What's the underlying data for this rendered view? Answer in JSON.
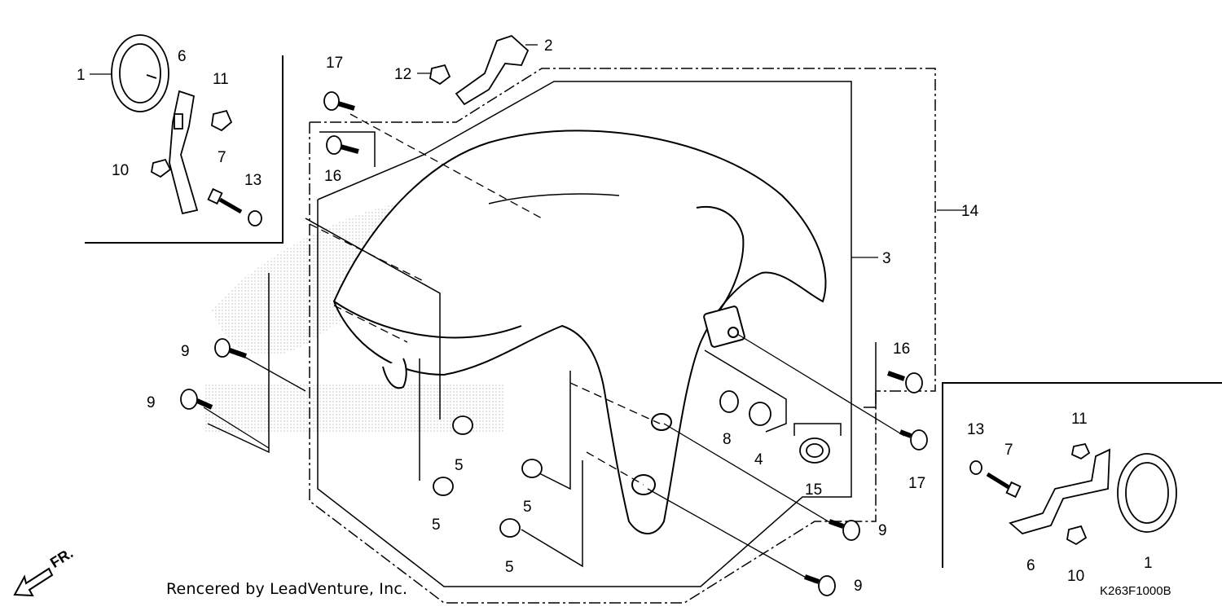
{
  "diagram": {
    "credit": "Rencered by LeadVenture, Inc.",
    "diagram_code": "K263F1000B",
    "direction_label": "FR.",
    "callouts": [
      {
        "id": "c1a",
        "text": "1"
      },
      {
        "id": "c6a",
        "text": "6"
      },
      {
        "id": "c11a",
        "text": "11"
      },
      {
        "id": "c10a",
        "text": "10"
      },
      {
        "id": "c7a",
        "text": "7"
      },
      {
        "id": "c13a",
        "text": "13"
      },
      {
        "id": "c17a",
        "text": "17"
      },
      {
        "id": "c12",
        "text": "12"
      },
      {
        "id": "c2",
        "text": "2"
      },
      {
        "id": "c16a",
        "text": "16"
      },
      {
        "id": "c14",
        "text": "14"
      },
      {
        "id": "c3",
        "text": "3"
      },
      {
        "id": "c9a",
        "text": "9"
      },
      {
        "id": "c9b",
        "text": "9"
      },
      {
        "id": "c5a",
        "text": "5"
      },
      {
        "id": "c5b",
        "text": "5"
      },
      {
        "id": "c5c",
        "text": "5"
      },
      {
        "id": "c5d",
        "text": "5"
      },
      {
        "id": "c8",
        "text": "8"
      },
      {
        "id": "c4",
        "text": "4"
      },
      {
        "id": "c15",
        "text": "15"
      },
      {
        "id": "c16b",
        "text": "16"
      },
      {
        "id": "c17b",
        "text": "17"
      },
      {
        "id": "c9c",
        "text": "9"
      },
      {
        "id": "c9d",
        "text": "9"
      },
      {
        "id": "c13b",
        "text": "13"
      },
      {
        "id": "c7b",
        "text": "7"
      },
      {
        "id": "c11b",
        "text": "11"
      },
      {
        "id": "c6b",
        "text": "6"
      },
      {
        "id": "c10b",
        "text": "10"
      },
      {
        "id": "c1b",
        "text": "1"
      }
    ]
  }
}
